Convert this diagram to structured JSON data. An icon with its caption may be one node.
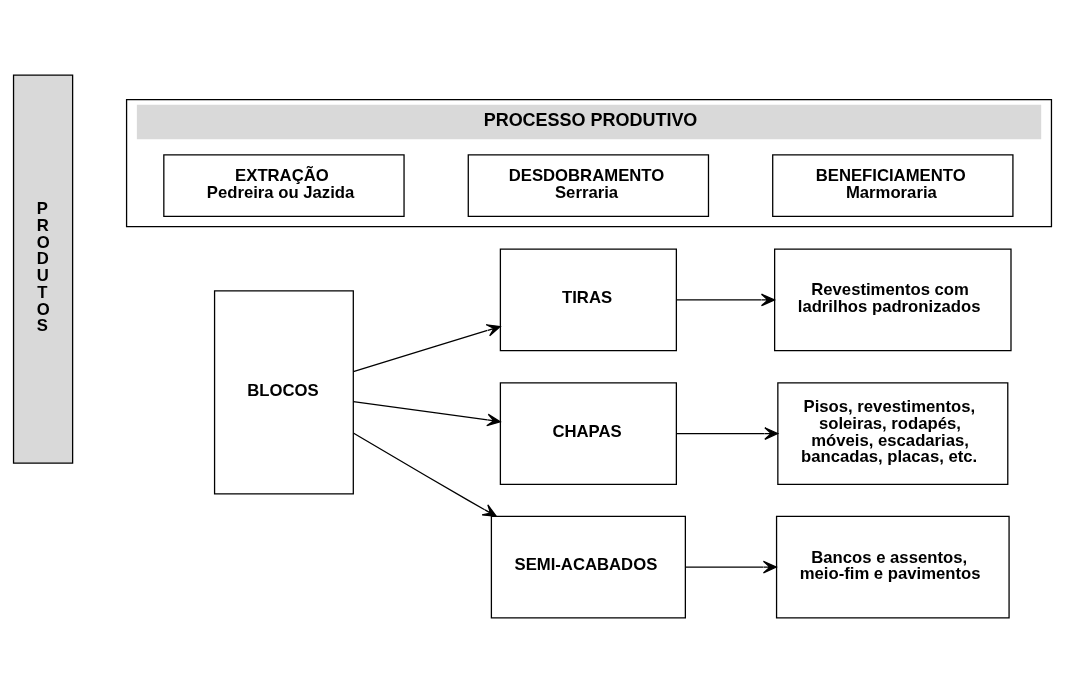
{
  "diagram": {
    "nodes": [
      {
        "text": [
          "PROCESSO PRODUTIVO"
        ]
      },
      {
        "text": [
          "EXTRAÇÃO",
          "Pedreira ou Jazida"
        ],
        "in": 0
      },
      {
        "text": [
          "DESDOBRAMENTO",
          "Serraria"
        ],
        "in": 0
      },
      {
        "text": [
          "BENEFICIAMENTO",
          "Marmoraria"
        ],
        "in": 0
      },
      {
        "text": [
          "P R O D U T O S"
        ]
      },
      {
        "text": [
          "BLOCOS"
        ]
      },
      {
        "text": [
          "TIRAS"
        ]
      },
      {
        "text": [
          "CHAPAS"
        ]
      },
      {
        "text": [
          "SEMI-ACABADOS"
        ]
      },
      {
        "text": [
          "Revestimentos com ladrilhos padronizados"
        ]
      },
      {
        "text": [
          "Pisos, revestimentos, soleiras, rodapés, móveis, escadarias, bancadas, placas, etc."
        ]
      },
      {
        "text": [
          "Bancos e assentos, meio-fim e pavimentos"
        ]
      }
    ],
    "edges": [
      {
        "from": 5,
        "to": 6,
        "arrow": "to"
      },
      {
        "from": 5,
        "to": 7,
        "arrow": "to"
      },
      {
        "from": 5,
        "to": 8,
        "arrow": "to"
      },
      {
        "from": 6,
        "to": 9,
        "arrow": "to"
      },
      {
        "from": 7,
        "to": 10,
        "arrow": "to"
      },
      {
        "from": 8,
        "to": 11,
        "arrow": "to"
      }
    ]
  }
}
